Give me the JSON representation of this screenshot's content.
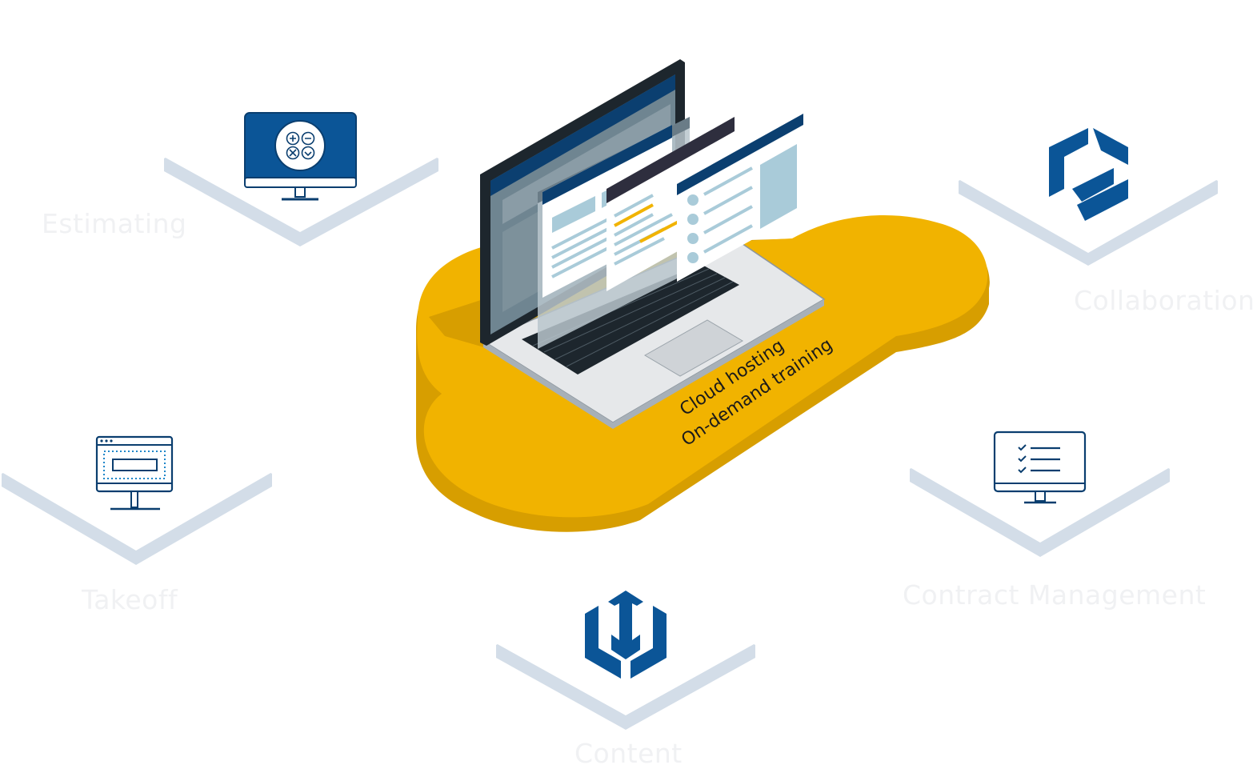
{
  "labels": {
    "estimating": "Estimating",
    "collaboration": "Collaboration",
    "takeoff": "Takeoff",
    "contract_management": "Contract Management",
    "content": "Content"
  },
  "cloud": {
    "line1": "Cloud hosting",
    "line2": "On-demand training"
  },
  "icons": {
    "estimating": "calculator-monitor-icon",
    "collaboration": "collaboration-hex-icon",
    "takeoff": "takeoff-monitor-icon",
    "contract_management": "checklist-monitor-icon",
    "content": "content-download-hex-icon"
  },
  "colors": {
    "brand_blue": "#0b5597",
    "cloud_yellow": "#f1b300",
    "cloud_shadow": "#d79e00",
    "tile_shadow": "#d3dde8"
  }
}
